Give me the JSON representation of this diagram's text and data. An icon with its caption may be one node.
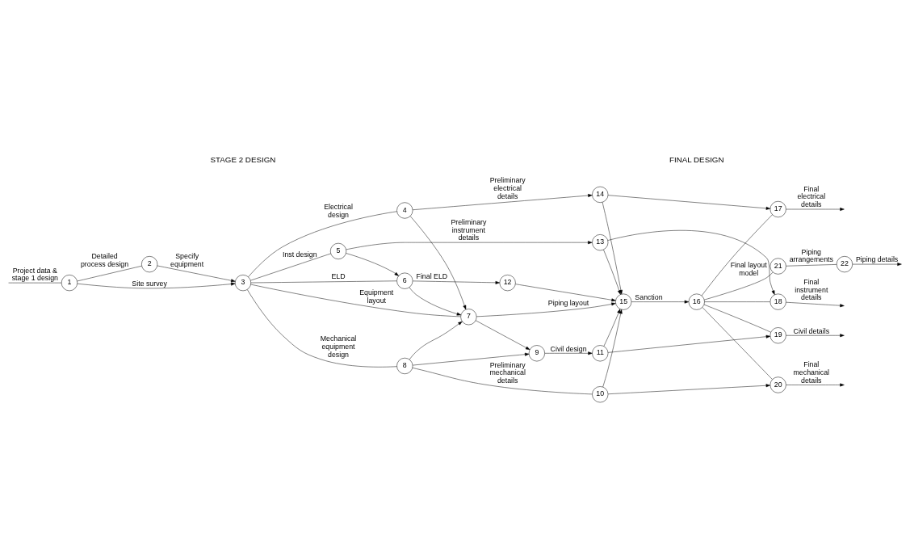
{
  "diagram": {
    "nodes": [
      {
        "text": [
          "1"
        ]
      },
      {
        "text": [
          "2"
        ]
      },
      {
        "text": [
          "3"
        ]
      },
      {
        "text": [
          "4"
        ]
      },
      {
        "text": [
          "5"
        ]
      },
      {
        "text": [
          "6"
        ]
      },
      {
        "text": [
          "7"
        ]
      },
      {
        "text": [
          "8"
        ]
      },
      {
        "text": [
          "9"
        ]
      },
      {
        "text": [
          "10"
        ]
      },
      {
        "text": [
          "11"
        ]
      },
      {
        "text": [
          "12"
        ]
      },
      {
        "text": [
          "13"
        ]
      },
      {
        "text": [
          "14"
        ]
      },
      {
        "text": [
          "15"
        ]
      },
      {
        "text": [
          "16"
        ]
      },
      {
        "text": [
          "17"
        ]
      },
      {
        "text": [
          "18"
        ]
      },
      {
        "text": [
          "19"
        ]
      },
      {
        "text": [
          "20"
        ]
      },
      {
        "text": [
          "21"
        ]
      },
      {
        "text": [
          "22"
        ]
      }
    ],
    "edges": [
      {
        "from": null,
        "to": 0,
        "arrow": "none",
        "label": "Project data & stage 1 design"
      },
      {
        "from": 0,
        "to": 1,
        "arrow": "none",
        "label": "Detailed process design"
      },
      {
        "from": 1,
        "to": 2,
        "arrow": "to",
        "label": "Specify equipment"
      },
      {
        "from": 0,
        "to": 2,
        "arrow": "to",
        "label": "Site survey"
      },
      {
        "from": 2,
        "to": 7,
        "arrow": "none",
        "label": "Mechanical equipment design"
      },
      {
        "from": 2,
        "to": 6,
        "arrow": "none",
        "label": "Equipment layout"
      },
      {
        "from": 2,
        "to": 5,
        "arrow": "none",
        "label": "ELD"
      },
      {
        "from": 2,
        "to": 4,
        "arrow": "none",
        "label": "Inst design"
      },
      {
        "from": 2,
        "to": 3,
        "arrow": "none",
        "label": "Electrical design"
      },
      {
        "from": 7,
        "to": 9,
        "arrow": "none",
        "label": "Preliminary mechanical details"
      },
      {
        "from": 7,
        "to": 8,
        "arrow": "to"
      },
      {
        "from": 7,
        "to": 6,
        "arrow": "to"
      },
      {
        "from": 6,
        "to": 8,
        "arrow": "to"
      },
      {
        "from": 8,
        "to": 10,
        "arrow": "to",
        "label": "Civil design"
      },
      {
        "from": 6,
        "to": 14,
        "arrow": "to",
        "label": "Piping layout"
      },
      {
        "from": 5,
        "to": 6,
        "arrow": "to"
      },
      {
        "from": 3,
        "to": 6,
        "arrow": "to"
      },
      {
        "from": 5,
        "to": 11,
        "arrow": "to",
        "label": "Final ELD"
      },
      {
        "from": 4,
        "to": 5,
        "arrow": "to"
      },
      {
        "from": 4,
        "to": 12,
        "arrow": "to",
        "label": "Preliminary instrument details"
      },
      {
        "from": 3,
        "to": 13,
        "arrow": "to",
        "label": "Preliminary electrical details"
      },
      {
        "from": 9,
        "to": 14,
        "arrow": "to"
      },
      {
        "from": 10,
        "to": 14,
        "arrow": "to"
      },
      {
        "from": 11,
        "to": 14,
        "arrow": "to"
      },
      {
        "from": 12,
        "to": 14,
        "arrow": "to"
      },
      {
        "from": 13,
        "to": 14,
        "arrow": "to"
      },
      {
        "from": 9,
        "to": 19,
        "arrow": "to"
      },
      {
        "from": 10,
        "to": 18,
        "arrow": "to"
      },
      {
        "from": 14,
        "to": 15,
        "arrow": "to",
        "label": "Sanction"
      },
      {
        "from": 12,
        "to": 17,
        "arrow": "to"
      },
      {
        "from": 13,
        "to": 16,
        "arrow": "to"
      },
      {
        "from": 15,
        "to": 19,
        "arrow": "none"
      },
      {
        "from": 15,
        "to": 18,
        "arrow": "none"
      },
      {
        "from": 15,
        "to": 20,
        "arrow": "none",
        "label": "Final layout model"
      },
      {
        "from": 20,
        "to": 21,
        "arrow": "none",
        "label": "Piping arrangements"
      },
      {
        "from": 21,
        "to": null,
        "arrow": "to",
        "label": "Piping details"
      },
      {
        "from": 19,
        "to": null,
        "arrow": "to",
        "label": "Final mechanical details"
      },
      {
        "from": 18,
        "to": null,
        "arrow": "to",
        "label": "Civil details"
      },
      {
        "from": 15,
        "to": 17,
        "arrow": "none"
      },
      {
        "from": 15,
        "to": 16,
        "arrow": "none"
      },
      {
        "from": 17,
        "to": null,
        "arrow": "to",
        "label": "Final instrument details"
      },
      {
        "from": 16,
        "to": null,
        "arrow": "to",
        "label": "Final electrical details"
      }
    ],
    "labels": [
      "STAGE 2 DESIGN",
      "FINAL DESIGN"
    ]
  }
}
